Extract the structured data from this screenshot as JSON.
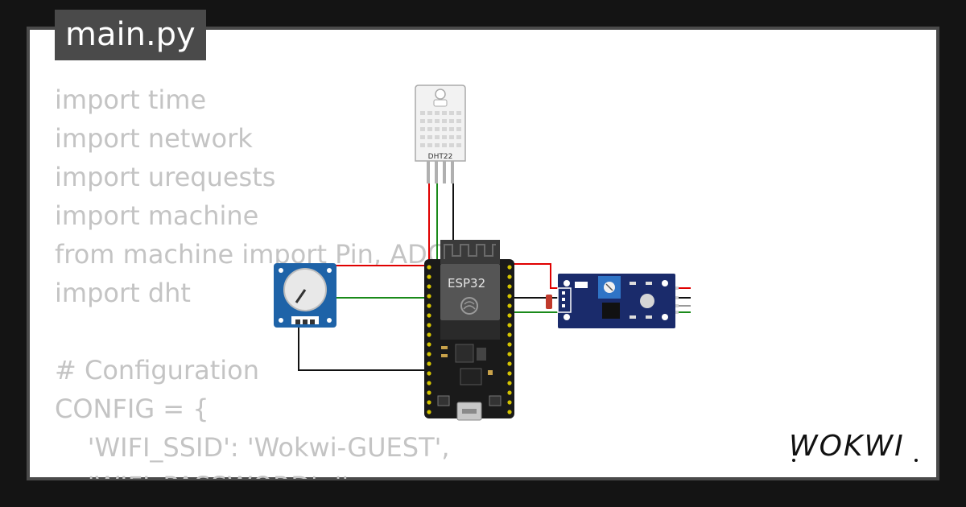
{
  "file_tab": {
    "label": "main.py"
  },
  "code_lines": [
    "import time",
    "import network",
    "import urequests",
    "import machine",
    "from machine import Pin, ADC",
    "import dht",
    "",
    "# Configuration",
    "CONFIG = {",
    "    'WIFI_SSID': 'Wokwi-GUEST',",
    "    'WIFI_PASSWORD': '',"
  ],
  "components": {
    "dht22": {
      "label": "DHT22"
    },
    "esp32": {
      "label": "ESP32"
    }
  },
  "logo": {
    "text": "WOKWI"
  },
  "colors": {
    "background": "#141414",
    "card": "#ffffff",
    "tab": "#4a4a4a",
    "code_text": "#c4c4c4",
    "wire_red": "#e00000",
    "wire_green": "#1a8a1a",
    "wire_black": "#111111",
    "potentiometer_blue": "#1e63a8",
    "sensor_board_blue": "#1a2b6b"
  }
}
